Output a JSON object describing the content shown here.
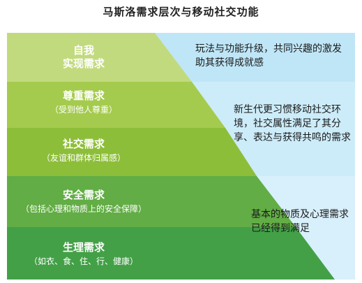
{
  "title": "马斯洛需求层次与移动社交功能",
  "colors": {
    "tier_top": "#c2da7e",
    "tier_2": "#a4cb4d",
    "tier_3": "#8dbe39",
    "tier_4": "#62ad45",
    "tier_5": "#43a047",
    "desc_top": "#bfe6f7",
    "desc_mid": "#ccecf9",
    "desc_bottom": "#d8f0fb"
  },
  "tiers": [
    {
      "name": "自我\n实现需求",
      "sub": ""
    },
    {
      "name": "尊重需求",
      "sub": "（受到他人尊重）"
    },
    {
      "name": "社交需求",
      "sub": "（友谊和群体归属感）"
    },
    {
      "name": "安全需求",
      "sub": "（包括心理和物质上的安全保障）"
    },
    {
      "name": "生理需求",
      "sub": "（如衣、食、住、行、健康）"
    }
  ],
  "descriptions": [
    "玩法与功能升级，共同兴趣的激发助其获得成就感",
    "新生代更习惯移动社交环境，社交属性满足了其分享、表达与获得共鸣的需求",
    "基本的物质及心理需求已经得到满足"
  ]
}
